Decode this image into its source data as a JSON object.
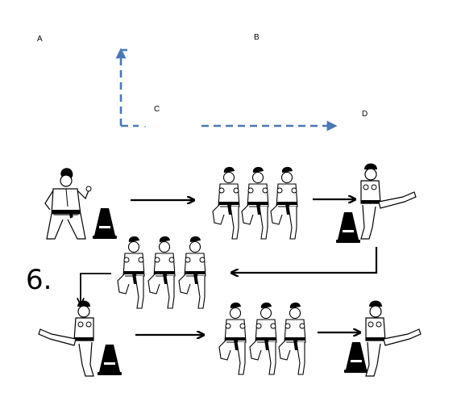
{
  "labels": {
    "a": "A",
    "b": "B",
    "c": "C",
    "d": "D"
  },
  "step_number": "6.",
  "colors": {
    "dashed_arrow": "#4a77b5",
    "ink": "#000000",
    "paper": "#ffffff"
  },
  "sequence": {
    "row1": [
      "fighting-stance",
      "cone",
      "arrow-right",
      "knee-lift-x3",
      "arrow-right",
      "cone",
      "side-kick"
    ],
    "row2": [
      "arrow-down",
      "knee-lift-x3",
      "arrow-left"
    ],
    "row3": [
      "side-kick",
      "cone",
      "arrow-right",
      "knee-lift-x3",
      "arrow-right",
      "cone",
      "side-kick"
    ]
  }
}
